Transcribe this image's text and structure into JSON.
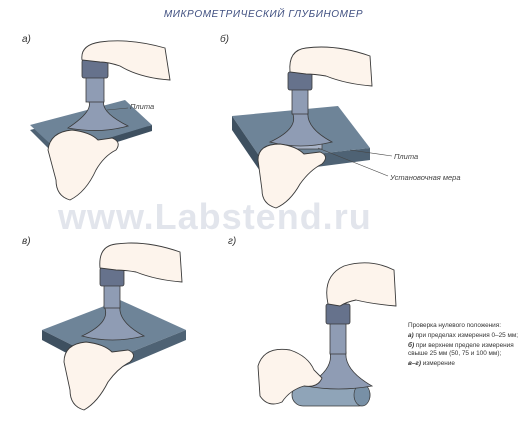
{
  "title": "МИКРОМЕТРИЧЕСКИЙ ГЛУБИНОМЕР",
  "panels": {
    "a": "а)",
    "b": "б)",
    "v": "в)",
    "g": "г)"
  },
  "callouts": {
    "plate_a": "Плита",
    "plate_b": "Плита",
    "gauge_block": "Установочная мера"
  },
  "watermark": "www.Labstend.ru",
  "legend": {
    "heading": "Проверка нулевого положения:",
    "items": [
      {
        "key": "а)",
        "text": "при пределах измерения 0–25 мм;"
      },
      {
        "key": "б)",
        "text": "при верхнем пределе измерения свыше 25 мм (50, 75 и 100 мм);"
      },
      {
        "key": "в–г)",
        "text": "измерение"
      }
    ]
  },
  "colors": {
    "plate_top": "#6e8498",
    "plate_side": "#4e6274",
    "instrument": "#8f9cb4",
    "instrument_dark": "#66728c",
    "skin": "#fdf4ec",
    "outline": "#3a3a3a",
    "rod": "#8fa4b8",
    "title": "#3f4f80"
  }
}
